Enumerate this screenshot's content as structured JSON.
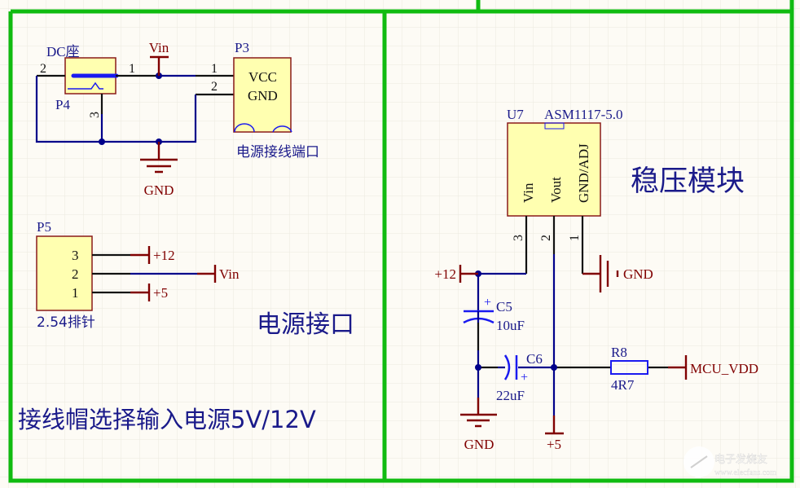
{
  "colors": {
    "border": "#10bb10",
    "wire": "#00008a",
    "net_label": "#800000",
    "text": "#1a1a8a",
    "component_fill": "#ffffb0",
    "background": "#fdfbf5"
  },
  "power_interface": {
    "section_title": "电源接口",
    "p4": {
      "ref": "P4",
      "name": "DC座",
      "pins": [
        "1",
        "2",
        "3"
      ]
    },
    "p3": {
      "ref": "P3",
      "pin_names": [
        "VCC",
        "GND"
      ],
      "pins": [
        "1",
        "2"
      ],
      "description": "电源接线端口"
    },
    "nets": {
      "vin": "Vin",
      "gnd": "GND"
    },
    "p5": {
      "ref": "P5",
      "description": "2.54排针",
      "pins": [
        "3",
        "2",
        "1"
      ],
      "nets": [
        "+12",
        "Vin",
        "+5"
      ]
    },
    "note": "接线帽选择输入电源5V/12V"
  },
  "regulator": {
    "section_title": "稳压模块",
    "u7": {
      "ref": "U7",
      "part": "ASM1117-5.0",
      "pin_names": [
        "Vin",
        "Vout",
        "GND/ADJ"
      ],
      "pins": [
        "3",
        "2",
        "1"
      ]
    },
    "nets": {
      "in": "+12",
      "gnd_right": "GND",
      "gnd_bottom": "GND",
      "out": "+5",
      "mcu": "MCU_VDD"
    },
    "c5": {
      "ref": "C5",
      "value": "10uF",
      "polarity": "+"
    },
    "c6": {
      "ref": "C6",
      "value": "22uF",
      "polarity": "+"
    },
    "r8": {
      "ref": "R8",
      "value": "4R7"
    }
  },
  "watermark": {
    "text": "电子发烧友",
    "url": "www.elecfans.com"
  }
}
